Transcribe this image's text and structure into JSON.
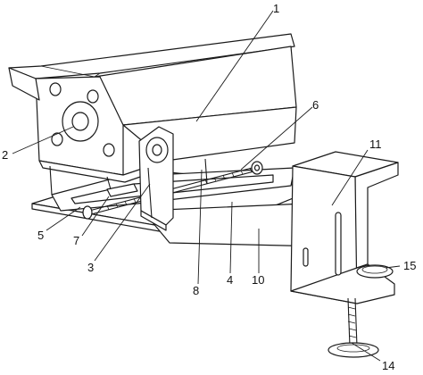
{
  "labels": {
    "l1": "1",
    "l2": "2",
    "l3": "3",
    "l4": "4",
    "l5": "5",
    "l6": "6",
    "l7": "7",
    "l8": "8",
    "l10": "10",
    "l11": "11",
    "l14": "14",
    "l15": "15"
  }
}
